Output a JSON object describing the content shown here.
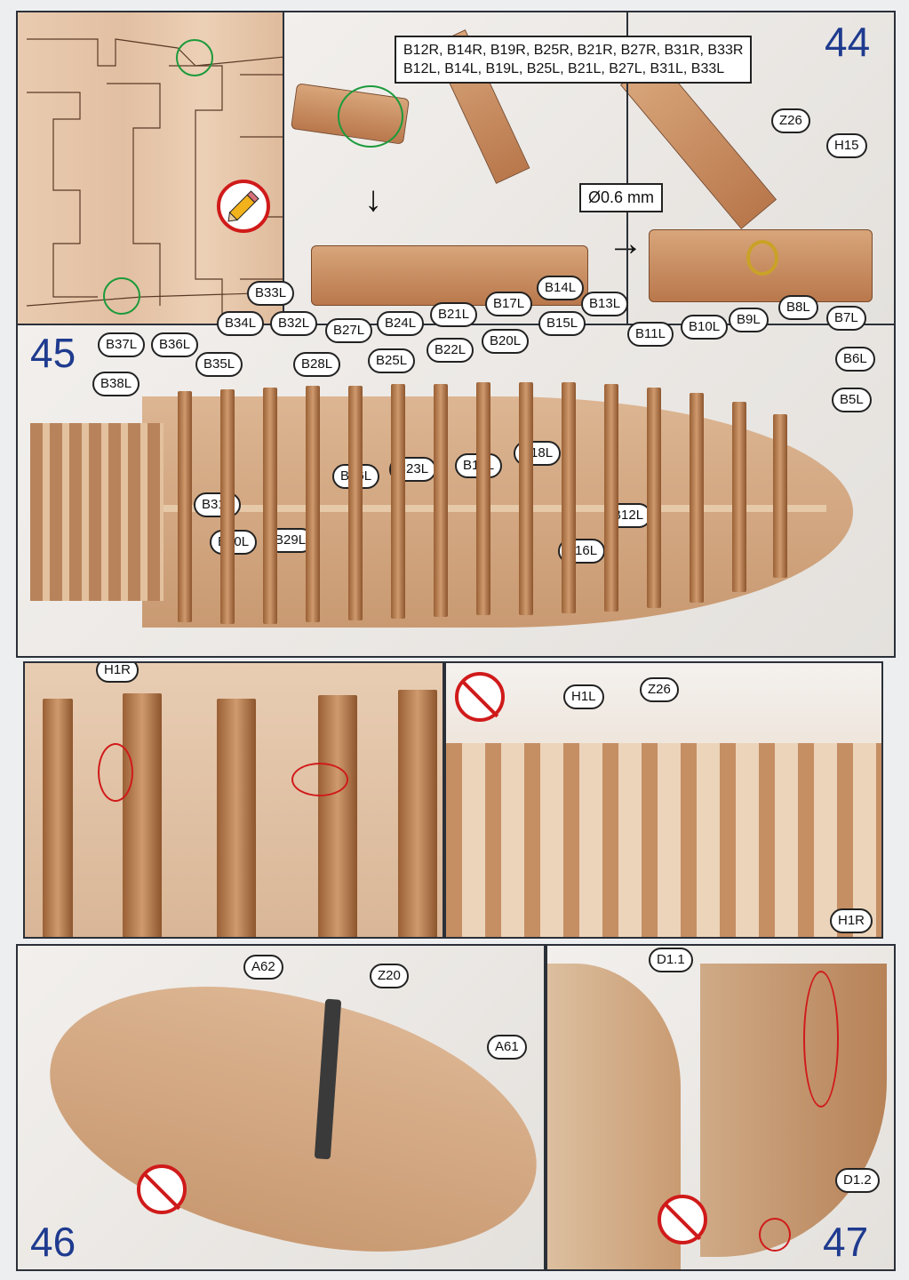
{
  "steps": {
    "s44": "44",
    "s45": "45",
    "s46": "46",
    "s47": "47"
  },
  "step44": {
    "parts_box_line1": "B12R, B14R, B19R, B25R, B21R, B27R, B31R, B33R",
    "parts_box_line2": "B12L, B14L, B19L, B25L, B21L, B27L, B31L, B33L",
    "diameter": "Ø0.6 mm",
    "labels": {
      "z26": "Z26",
      "h15": "H15"
    }
  },
  "step45": {
    "top_labels": [
      {
        "t": "B33L"
      },
      {
        "t": "B34L"
      },
      {
        "t": "B32L"
      },
      {
        "t": "B27L"
      },
      {
        "t": "B24L"
      },
      {
        "t": "B21L"
      },
      {
        "t": "B17L"
      },
      {
        "t": "B14L"
      },
      {
        "t": "B13L"
      },
      {
        "t": "B15L"
      },
      {
        "t": "B11L"
      },
      {
        "t": "B10L"
      },
      {
        "t": "B9L"
      },
      {
        "t": "B8L"
      },
      {
        "t": "B7L"
      },
      {
        "t": "B37L"
      },
      {
        "t": "B36L"
      },
      {
        "t": "B35L"
      },
      {
        "t": "B28L"
      },
      {
        "t": "B25L"
      },
      {
        "t": "B22L"
      },
      {
        "t": "B20L"
      },
      {
        "t": "B6L"
      },
      {
        "t": "B38L"
      },
      {
        "t": "B5L"
      }
    ],
    "inner_labels": [
      {
        "t": "B18L"
      },
      {
        "t": "B19L"
      },
      {
        "t": "B26L"
      },
      {
        "t": "B23L"
      },
      {
        "t": "B31L"
      },
      {
        "t": "B12L"
      },
      {
        "t": "B30L"
      },
      {
        "t": "B29L"
      },
      {
        "t": "B16L"
      }
    ],
    "photo_labels": {
      "h1r_left": "H1R",
      "h1l": "H1L",
      "z26": "Z26",
      "h1r_right": "H1R"
    }
  },
  "step46": {
    "a62": "A62",
    "z20": "Z20",
    "a61": "A61"
  },
  "step47": {
    "d11": "D1.1",
    "d12": "D1.2"
  },
  "icons": {
    "pencil": "pencil-icon",
    "no_glue": "no-glue-icon"
  },
  "colors": {
    "step_number": "#1f3b8f",
    "highlight_red": "#d01a1a",
    "highlight_green": "#1b9a3b"
  }
}
